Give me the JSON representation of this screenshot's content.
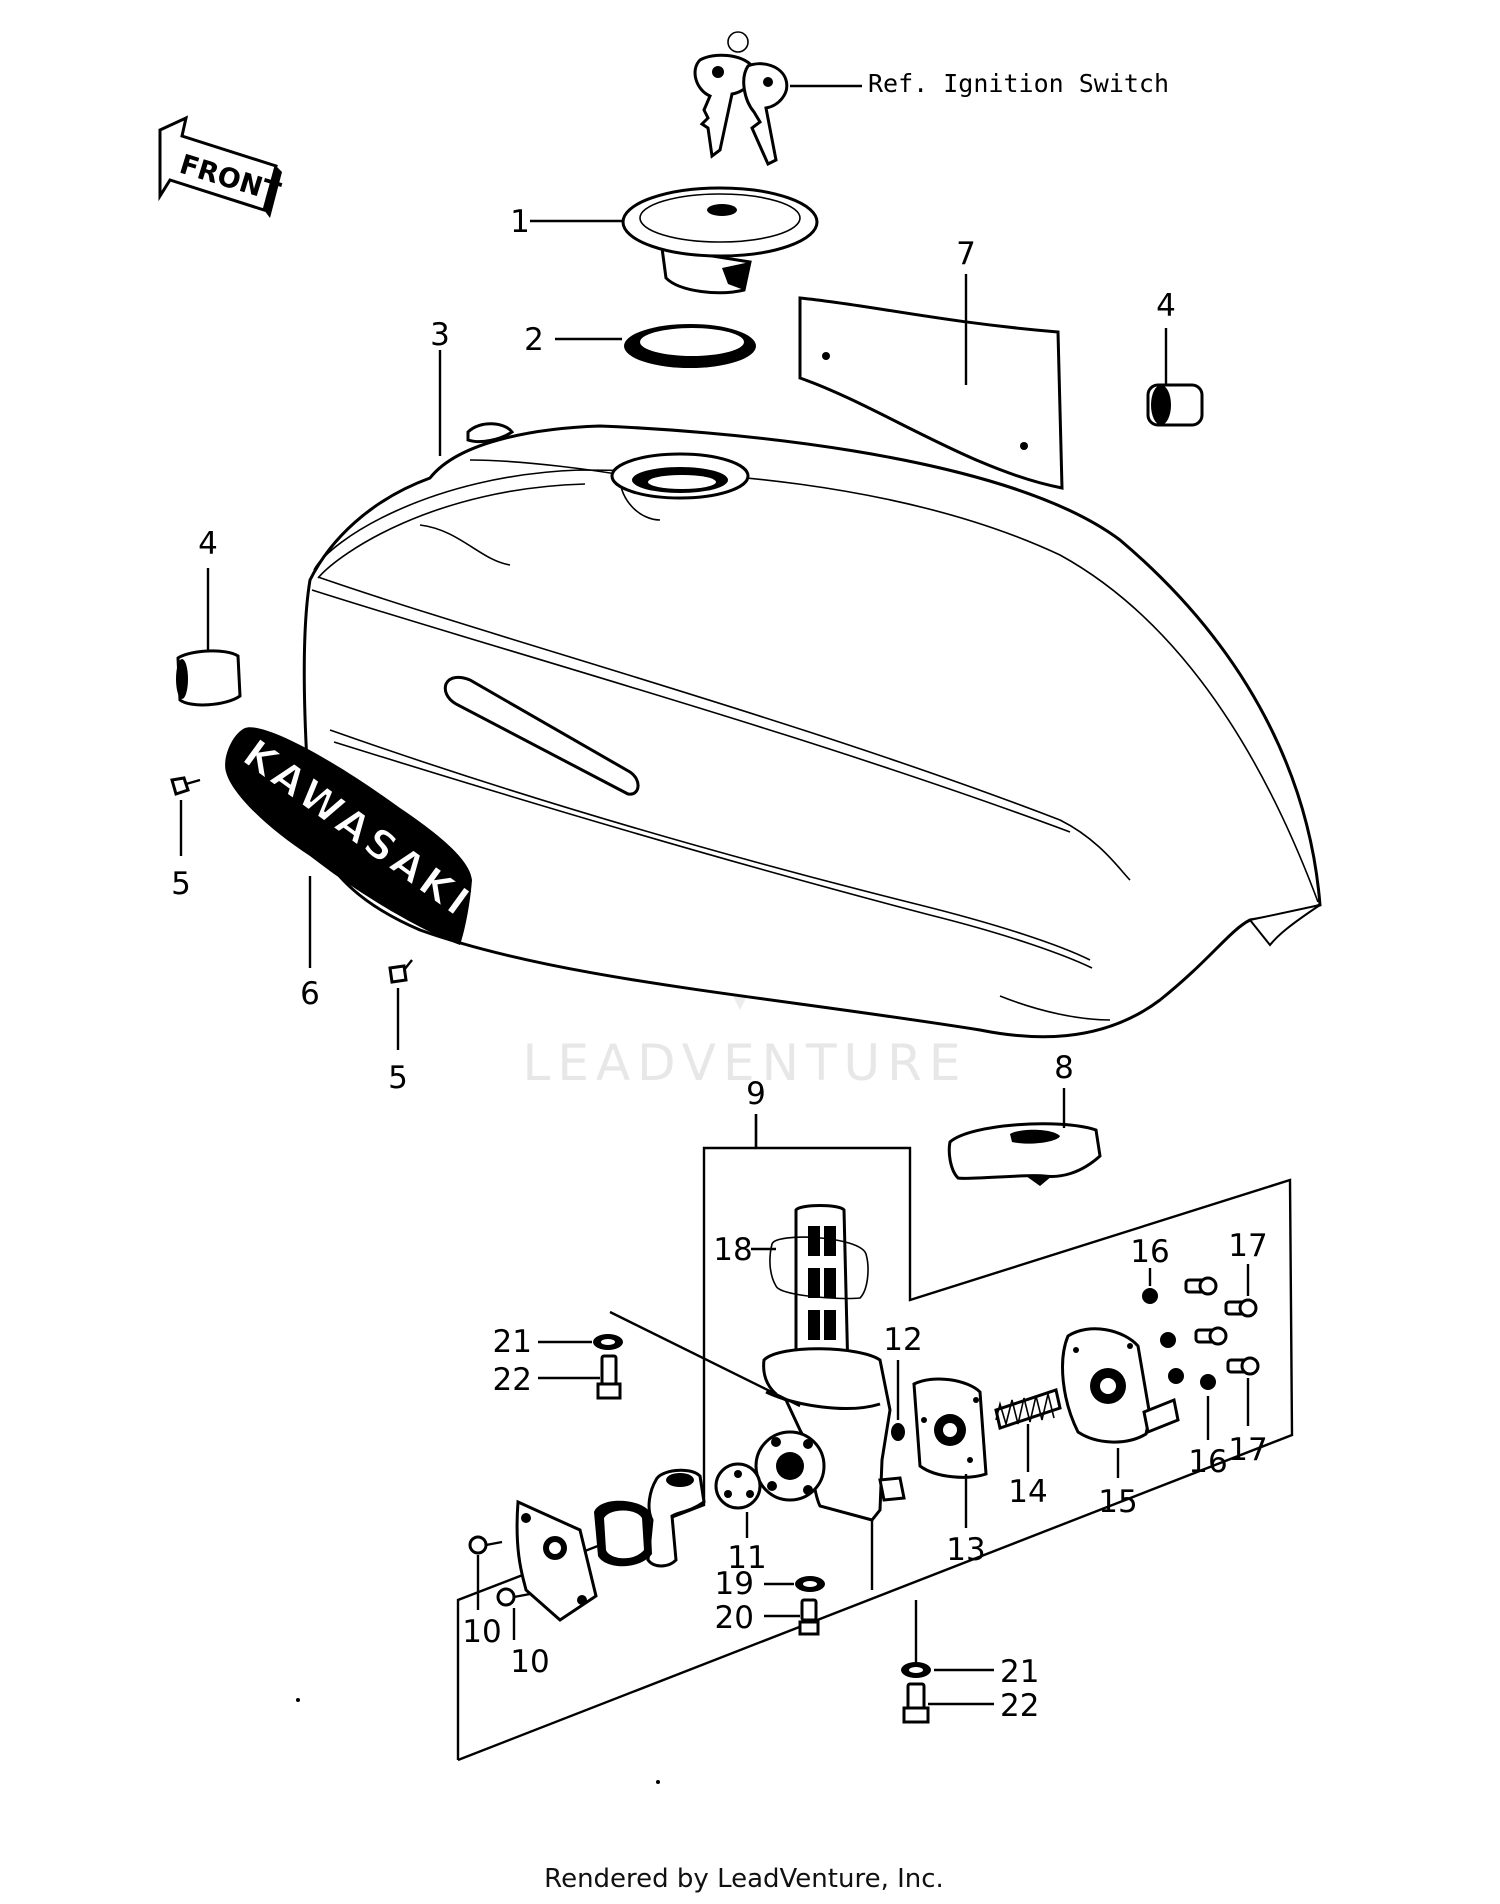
{
  "reference_label": "Ref. Ignition Switch",
  "front_arrow_text": "FRONT",
  "emblem_text": "KAWASAKI",
  "watermark": "LEADVENTURE",
  "footer": "Rendered by LeadVenture, Inc.",
  "callouts": [
    {
      "id": "c1",
      "text": "1"
    },
    {
      "id": "c2",
      "text": "2"
    },
    {
      "id": "c3",
      "text": "3"
    },
    {
      "id": "c4a",
      "text": "4"
    },
    {
      "id": "c4b",
      "text": "4"
    },
    {
      "id": "c5a",
      "text": "5"
    },
    {
      "id": "c5b",
      "text": "5"
    },
    {
      "id": "c6",
      "text": "6"
    },
    {
      "id": "c7",
      "text": "7"
    },
    {
      "id": "c8",
      "text": "8"
    },
    {
      "id": "c9",
      "text": "9"
    },
    {
      "id": "c10a",
      "text": "10"
    },
    {
      "id": "c10b",
      "text": "10"
    },
    {
      "id": "c11",
      "text": "11"
    },
    {
      "id": "c12",
      "text": "12"
    },
    {
      "id": "c13",
      "text": "13"
    },
    {
      "id": "c14",
      "text": "14"
    },
    {
      "id": "c15",
      "text": "15"
    },
    {
      "id": "c16a",
      "text": "16"
    },
    {
      "id": "c16b",
      "text": "16"
    },
    {
      "id": "c17a",
      "text": "17"
    },
    {
      "id": "c17b",
      "text": "17"
    },
    {
      "id": "c18",
      "text": "18"
    },
    {
      "id": "c19",
      "text": "19"
    },
    {
      "id": "c20",
      "text": "20"
    },
    {
      "id": "c21a",
      "text": "21"
    },
    {
      "id": "c21b",
      "text": "21"
    },
    {
      "id": "c22a",
      "text": "22"
    },
    {
      "id": "c22b",
      "text": "22"
    }
  ]
}
